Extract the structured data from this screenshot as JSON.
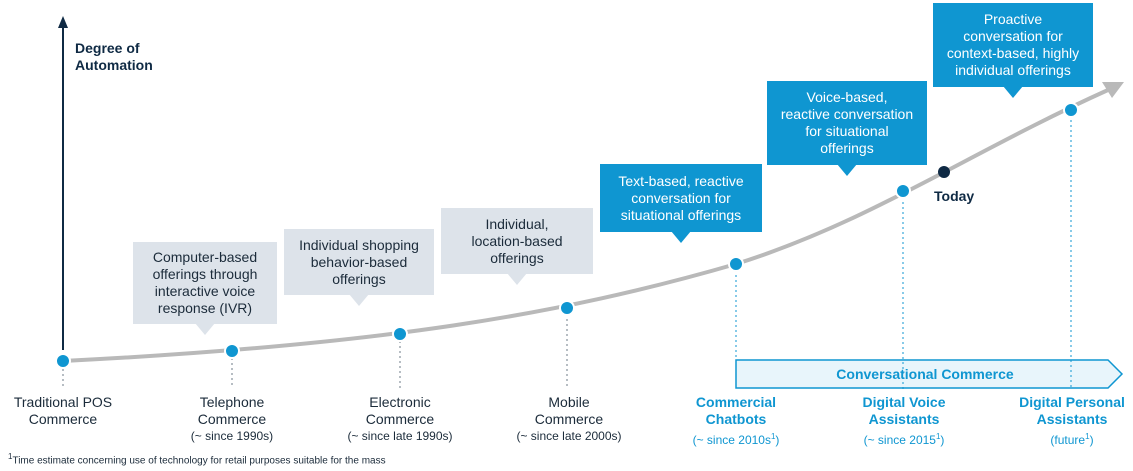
{
  "axis_title": "Degree of\nAutomation",
  "today_label": "Today",
  "band_label": "Conversational Commerce",
  "footnote_mark": "1",
  "footnote_text": "Time estimate concerning use of technology for retail purposes suitable for the mass",
  "colors": {
    "navy": "#0f2a44",
    "accent": "#0f96d1",
    "curve": "#b9b9b9",
    "callout_gray": "#dde3ea",
    "band_fill": "#e8f5fb"
  },
  "stages": [
    {
      "name": "Traditional POS\nCommerce",
      "since": "",
      "mark": "",
      "callout": "",
      "style": "dark"
    },
    {
      "name": "Telephone\nCommerce",
      "since": "(~ since 1990s)",
      "mark": "",
      "callout": "Computer-based\nofferings through\ninteractive voice\nresponse (IVR)",
      "style": "dark"
    },
    {
      "name": "Electronic\nCommerce",
      "since": "(~ since late 1990s)",
      "mark": "",
      "callout": "Individual shopping\nbehavior-based\nofferings",
      "style": "dark"
    },
    {
      "name": "Mobile\nCommerce",
      "since": "(~ since late 2000s)",
      "mark": "",
      "callout": "Individual,\nlocation-based\nofferings",
      "style": "dark"
    },
    {
      "name": "Commercial\nChatbots",
      "since": "(~ since 2010s",
      "mark": "1",
      "callout": "Text-based, reactive\nconversation for\nsituational offerings",
      "style": "accent"
    },
    {
      "name": "Digital Voice\nAssistants",
      "since": "(~ since 2015",
      "mark": "1",
      "callout": "Voice-based,\nreactive conversation\nfor situational\nofferings",
      "style": "accent"
    },
    {
      "name": "Digital Personal\nAssistants",
      "since": "(future",
      "mark": "1",
      "callout": "Proactive\nconversation for\ncontext-based, highly\nindividual offerings",
      "style": "accent"
    }
  ]
}
